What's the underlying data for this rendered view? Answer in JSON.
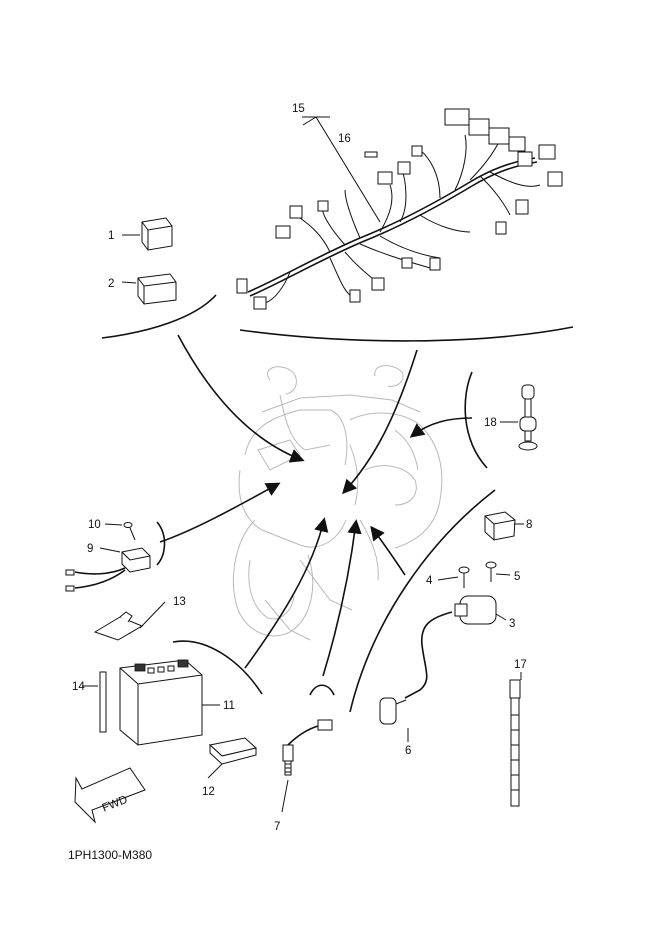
{
  "part_code": "1PH1300-M380",
  "fwd_label": "FWD",
  "callouts": [
    {
      "id": "1",
      "text": "1"
    },
    {
      "id": "2",
      "text": "2"
    },
    {
      "id": "3",
      "text": "3"
    },
    {
      "id": "4",
      "text": "4"
    },
    {
      "id": "5",
      "text": "5"
    },
    {
      "id": "6",
      "text": "6"
    },
    {
      "id": "7",
      "text": "7"
    },
    {
      "id": "8",
      "text": "8"
    },
    {
      "id": "9",
      "text": "9"
    },
    {
      "id": "10",
      "text": "10"
    },
    {
      "id": "11",
      "text": "11"
    },
    {
      "id": "12",
      "text": "12"
    },
    {
      "id": "13",
      "text": "13"
    },
    {
      "id": "14",
      "text": "14"
    },
    {
      "id": "15",
      "text": "15"
    },
    {
      "id": "16",
      "text": "16"
    },
    {
      "id": "17",
      "text": "17"
    },
    {
      "id": "18",
      "text": "18"
    }
  ]
}
